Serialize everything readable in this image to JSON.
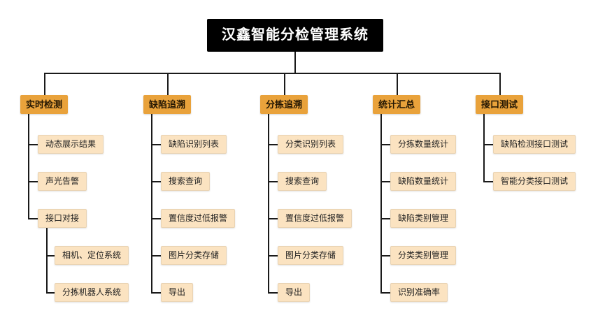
{
  "diagram": {
    "title": "汉鑫智能分检管理系统",
    "root": {
      "label": "汉鑫智能分检管理系统"
    },
    "branches": [
      {
        "label": "实时检测",
        "children": [
          {
            "label": "动态展示结果"
          },
          {
            "label": "声光告警"
          },
          {
            "label": "接口对接",
            "children": [
              {
                "label": "相机、定位系统"
              },
              {
                "label": "分拣机器人系统"
              }
            ]
          }
        ]
      },
      {
        "label": "缺陷追溯",
        "children": [
          {
            "label": "缺陷识别列表"
          },
          {
            "label": "搜索查询"
          },
          {
            "label": "置信度过低报警"
          },
          {
            "label": "图片分类存储"
          },
          {
            "label": "导出"
          }
        ]
      },
      {
        "label": "分拣追溯",
        "children": [
          {
            "label": "分类识别列表"
          },
          {
            "label": "搜索查询"
          },
          {
            "label": "置信度过低报警"
          },
          {
            "label": "图片分类存储"
          },
          {
            "label": "导出"
          }
        ]
      },
      {
        "label": "统计汇总",
        "children": [
          {
            "label": "分拣数量统计"
          },
          {
            "label": "缺陷数量统计"
          },
          {
            "label": "缺陷类别管理"
          },
          {
            "label": "分类类别管理"
          },
          {
            "label": "识别准确率"
          }
        ]
      },
      {
        "label": "接口测试",
        "children": [
          {
            "label": "缺陷检测接口测试"
          },
          {
            "label": "智能分类接口测试"
          }
        ]
      }
    ],
    "colors": {
      "root_bg": "#000000",
      "root_text": "#ffffff",
      "branch_bg": "#E9A23B",
      "leaf_bg": "#FBE3C1",
      "line": "#1a1a1a"
    }
  }
}
